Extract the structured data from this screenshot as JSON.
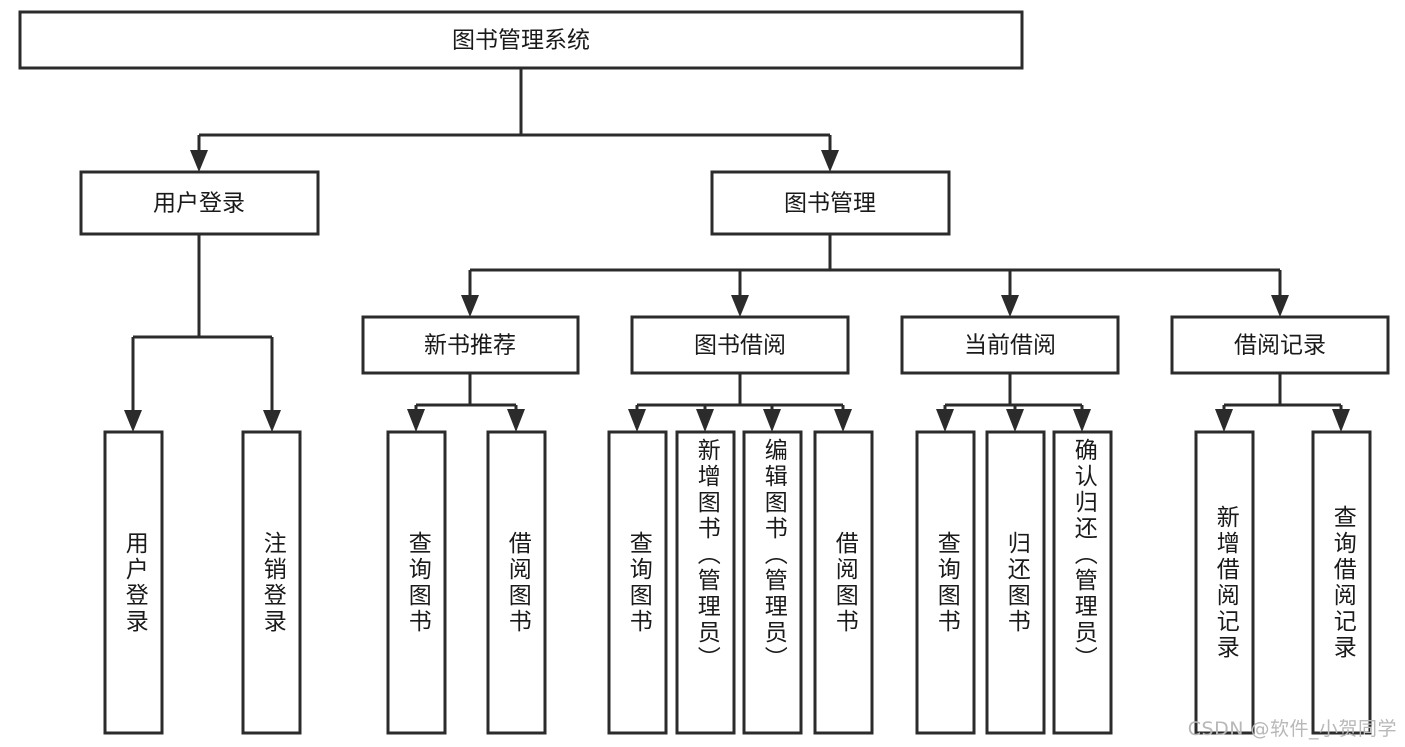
{
  "diagram": {
    "type": "tree",
    "title": "图书管理系统",
    "watermark": "CSDN @软件_小贺同学",
    "colors": {
      "stroke": "#2b2b2b",
      "fill": "#ffffff",
      "text": "#1a1a1a",
      "watermark": "#b8b8b8",
      "background": "#ffffff"
    },
    "levels": {
      "root": "图书管理系统",
      "level1": [
        "用户登录",
        "图书管理"
      ],
      "level2": [
        "新书推荐",
        "图书借阅",
        "当前借阅",
        "借阅记录"
      ]
    },
    "nodes": {
      "root": {
        "label": "图书管理系统"
      },
      "user_login": {
        "label": "用户登录"
      },
      "book_manage": {
        "label": "图书管理"
      },
      "new_book_recommend": {
        "label": "新书推荐"
      },
      "book_borrow": {
        "label": "图书借阅"
      },
      "current_borrow": {
        "label": "当前借阅"
      },
      "borrow_record": {
        "label": "借阅记录"
      }
    },
    "leaves": {
      "user_login": [
        {
          "label": "用户登录"
        },
        {
          "label": "注销登录"
        }
      ],
      "new_book_recommend": [
        {
          "label": "查询图书"
        },
        {
          "label": "借阅图书"
        }
      ],
      "book_borrow": [
        {
          "label": "查询图书"
        },
        {
          "label": "新增图书（管理员）"
        },
        {
          "label": "编辑图书（管理员）"
        },
        {
          "label": "借阅图书"
        }
      ],
      "current_borrow": [
        {
          "label": "查询图书"
        },
        {
          "label": "归还图书"
        },
        {
          "label": "确认归还（管理员）"
        }
      ],
      "borrow_record": [
        {
          "label": "新增借阅记录"
        },
        {
          "label": "查询借阅记录"
        }
      ]
    }
  }
}
